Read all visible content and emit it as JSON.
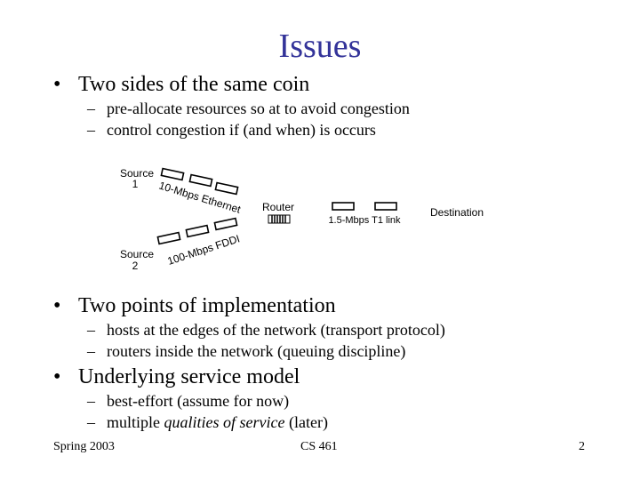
{
  "slide": {
    "title": "Issues",
    "bullets": [
      {
        "text": "Two sides of the same coin",
        "subs": [
          "pre-allocate resources so at to avoid congestion",
          "control congestion if (and when) is occurs"
        ]
      },
      {
        "text": "Two points of implementation",
        "subs": [
          "hosts at the edges of the network (transport protocol)",
          "routers inside the network (queuing discipline)"
        ]
      },
      {
        "text": "Underlying service model",
        "subs": [
          "best-effort (assume for now)",
          "multiple ",
          "qualities of service",
          " (later)"
        ]
      }
    ],
    "bullet_symbol": "•",
    "dash_symbol": "–"
  },
  "diagram": {
    "source1": [
      "Source",
      "1"
    ],
    "source2": [
      "Source",
      "2"
    ],
    "link1": "10-Mbps Ethernet",
    "link2": "100-Mbps FDDI",
    "router": "Router",
    "link3": "1.5-Mbps T1 link",
    "destination": "Destination"
  },
  "footer": {
    "left": "Spring 2003",
    "center": "CS 461",
    "right": "2"
  }
}
